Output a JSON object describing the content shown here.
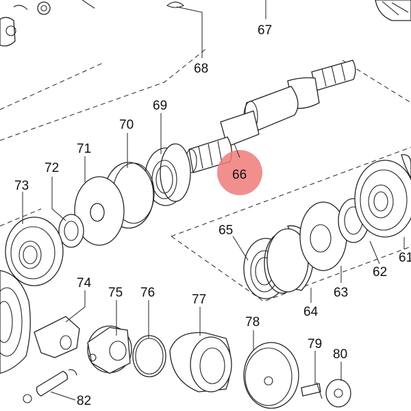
{
  "highlight": {
    "label": "66",
    "color": "#ee7b7b"
  },
  "callouts": {
    "c61": "61",
    "c62": "62",
    "c63": "63",
    "c64": "64",
    "c65": "65",
    "c67": "67",
    "c68": "68",
    "c69": "69",
    "c70": "70",
    "c71": "71",
    "c72": "72",
    "c73": "73",
    "c74": "74",
    "c75": "75",
    "c76": "76",
    "c77": "77",
    "c78": "78",
    "c79": "79",
    "c80": "80",
    "c82": "82"
  }
}
